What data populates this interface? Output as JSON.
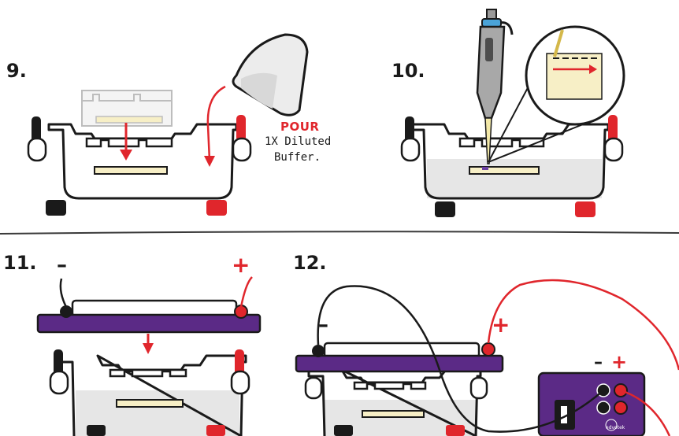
{
  "steps": {
    "s9": {
      "number": "9."
    },
    "s10": {
      "number": "10."
    },
    "s11": {
      "number": "11."
    },
    "s12": {
      "number": "12."
    }
  },
  "pour": {
    "action": "POUR",
    "line1": "1X Diluted",
    "line2": "Buffer."
  },
  "electrodes": {
    "minus": "–",
    "plus": "+"
  },
  "power_supply": {
    "logo": "edvotek"
  },
  "colors": {
    "red": "#e0262c",
    "purple": "#5b2a86",
    "black": "#1a1a1a",
    "buffer": "#e6e6e6",
    "gel": "#f7efc6"
  }
}
